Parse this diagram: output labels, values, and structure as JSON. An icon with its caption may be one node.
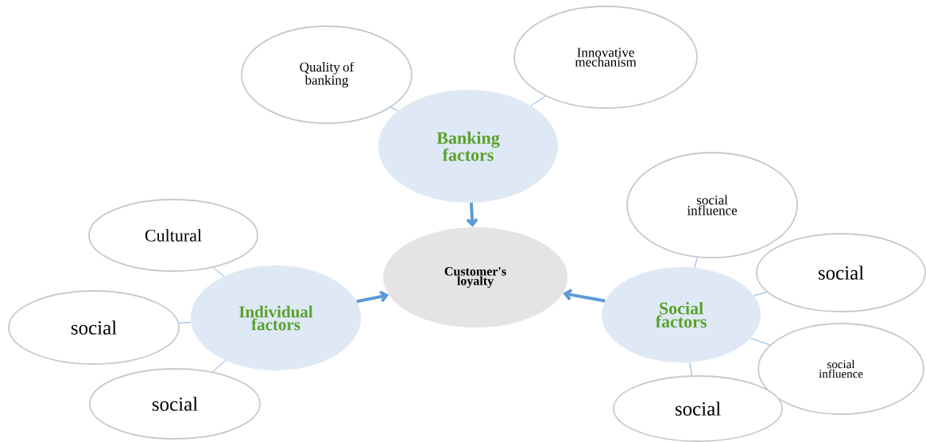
{
  "diagram": {
    "nodes": [
      {
        "text": [
          "Quality of banking"
        ]
      },
      {
        "text": [
          "Innovative mechanism"
        ]
      },
      {
        "text": [
          "Banking factors"
        ]
      },
      {
        "text": [
          "social influence"
        ]
      },
      {
        "text": [
          "Cultural"
        ]
      },
      {
        "text": [
          "social"
        ]
      },
      {
        "text": [
          "Customer's loyalty"
        ]
      },
      {
        "text": [
          "social"
        ]
      },
      {
        "text": [
          "Individual factors"
        ]
      },
      {
        "text": [
          "Social factors"
        ]
      },
      {
        "text": [
          "social influence"
        ]
      },
      {
        "text": [
          "social"
        ]
      },
      {
        "text": [
          "social"
        ]
      }
    ],
    "edges": [
      {
        "from": 0,
        "to": 2,
        "arrow": "none"
      },
      {
        "from": 1,
        "to": 2,
        "arrow": "none"
      },
      {
        "from": 2,
        "to": 6,
        "arrow": "to",
        "style": "thick"
      },
      {
        "from": 4,
        "to": 8,
        "arrow": "none"
      },
      {
        "from": 7,
        "to": 8,
        "arrow": "none"
      },
      {
        "from": 11,
        "to": 8,
        "arrow": "none"
      },
      {
        "from": 8,
        "to": 6,
        "arrow": "to",
        "style": "thick"
      },
      {
        "from": 3,
        "to": 9,
        "arrow": "none"
      },
      {
        "from": 5,
        "to": 9,
        "arrow": "none"
      },
      {
        "from": 10,
        "to": 9,
        "arrow": "none"
      },
      {
        "from": 12,
        "to": 9,
        "arrow": "none"
      },
      {
        "from": 9,
        "to": 6,
        "arrow": "to",
        "style": "thick"
      }
    ]
  }
}
